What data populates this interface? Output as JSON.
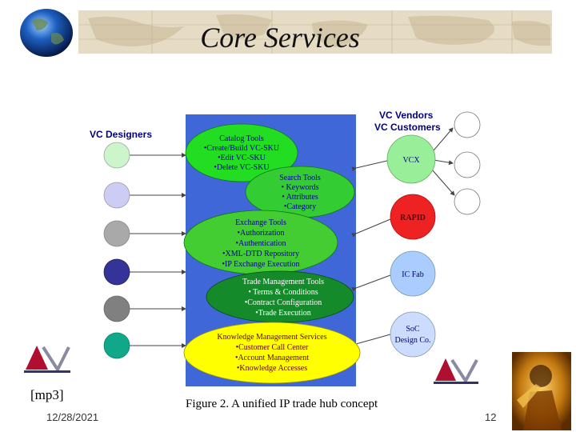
{
  "slide": {
    "title": "Core Services",
    "caption": "Figure 2. A unified IP trade hub concept",
    "date": "12/28/2021",
    "page_number": "12",
    "audio_label": "[mp3]"
  },
  "diagram": {
    "designers_label": "VC Designers",
    "vendors_label_line1": "VC Vendors",
    "vendors_label_line2": "VC Customers",
    "designer_node_colors": [
      "#ccf5cc",
      "#ccccf5",
      "#a9a9a9",
      "#333399",
      "#808080",
      "#10a888"
    ],
    "hub_color": "#3f67d8",
    "services": [
      {
        "lines": [
          "Catalog Tools",
          "•Create/Build VC-SKU",
          "•Edit VC-SKU",
          "•Delete VC-SKU"
        ],
        "color": "#22dd22"
      },
      {
        "lines": [
          "Search Tools",
          "• Keywords",
          "• Attributes",
          "•Category"
        ],
        "color": "#33cc33"
      },
      {
        "lines": [
          "Exchange Tools",
          "•Authorization",
          "•Authentication",
          "•XML-DTD Repository",
          "•IP Exchange Execution"
        ],
        "color": "#44cc33"
      },
      {
        "lines": [
          "Trade Management Tools",
          "• Terms & Conditions",
          "•Contract Configuration",
          "•Trade Execution"
        ],
        "color": "#158a2a"
      },
      {
        "lines": [
          "Knowledge Management Services",
          "•Customer Call Center",
          "•Account Management",
          "•Knowledge Accesses"
        ],
        "color": "#ffff00"
      }
    ],
    "vendors": [
      {
        "label": "VCX",
        "color": "#99ee99"
      },
      {
        "label": "RAPID",
        "color": "#ee2222"
      },
      {
        "label": "IC Fab",
        "color": "#aaccff"
      },
      {
        "label_line1": "SoC",
        "label_line2": "Design Co.",
        "color": "#ccdcff"
      }
    ],
    "outer_node_color": "#ffffff"
  },
  "colors": {
    "service_text_dark": "#00008b",
    "logo_red": "#b01030",
    "banner": "#e6dcc6"
  },
  "icons": [
    "globe-icon",
    "avistec-logo",
    "warrior-image"
  ]
}
